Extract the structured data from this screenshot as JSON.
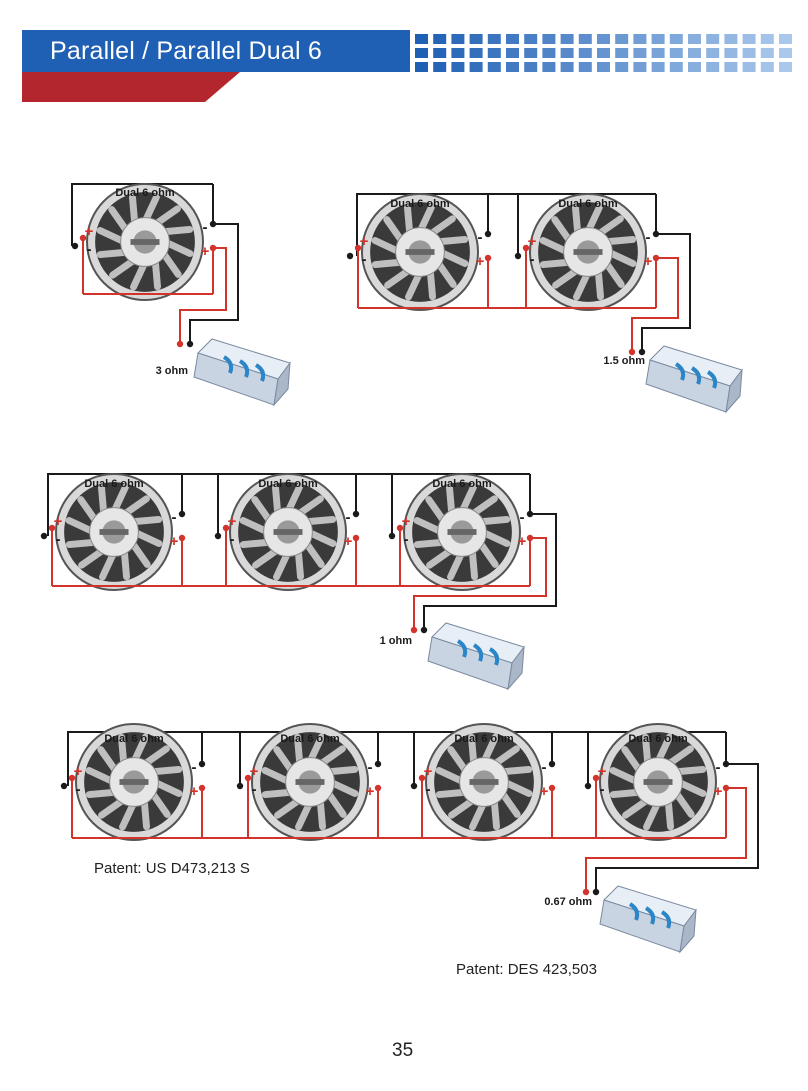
{
  "header": {
    "title": "Parallel / Parallel Dual 6",
    "colors": {
      "blue": "#1f5fb4",
      "red": "#b3262d",
      "light_blue": "#8db4e2"
    }
  },
  "diagrams": [
    {
      "id": "one-woofer",
      "woofer_labels": [
        "Dual 6 ohm"
      ],
      "amp_label": "3 ohm"
    },
    {
      "id": "two-woofers",
      "woofer_labels": [
        "Dual 6 ohm",
        "Dual 6 ohm"
      ],
      "amp_label": "1.5 ohm"
    },
    {
      "id": "three-woofers",
      "woofer_labels": [
        "Dual 6 ohm",
        "Dual 6 ohm",
        "Dual 6 ohm"
      ],
      "amp_label": "1 ohm"
    },
    {
      "id": "four-woofers",
      "woofer_labels": [
        "Dual 6 ohm",
        "Dual 6 ohm",
        "Dual 6 ohm",
        "Dual 6 ohm"
      ],
      "amp_label": "0.67 ohm"
    }
  ],
  "terminal_symbols": {
    "plus": "+",
    "minus": "-"
  },
  "patents": {
    "speaker": "Patent: US D473,213 S",
    "amplifier": "Patent: DES 423,503"
  },
  "page_number": "35",
  "wire_colors": {
    "positive": "#d2332a",
    "negative": "#1a1a1a"
  }
}
